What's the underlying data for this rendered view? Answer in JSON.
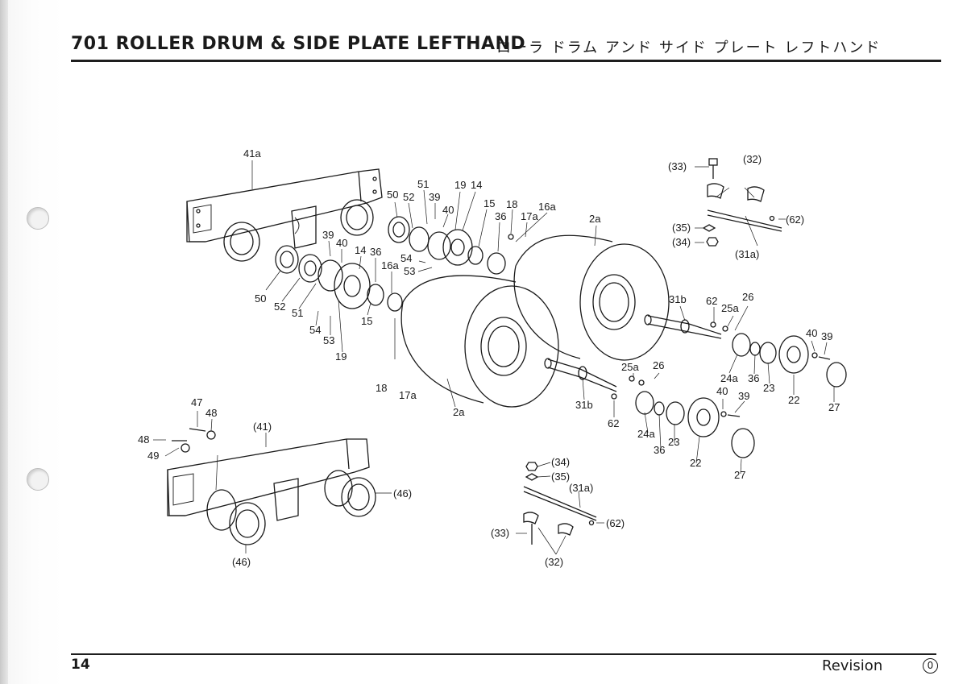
{
  "header": {
    "title_en": "701 ROLLER DRUM & SIDE PLATE LEFTHAND",
    "title_jp": "ローラ ドラム アンド サイド プレート レフトハンド"
  },
  "footer": {
    "page_number": "14",
    "revision_label": "Revision",
    "revision_number": "0"
  },
  "callouts": {
    "c41a": "41a",
    "c50a": "50",
    "c52a": "52",
    "c39a": "39",
    "c40a": "40",
    "c19a": "19",
    "c14a": "14",
    "c15a": "15",
    "c36a": "36",
    "c18a": "18",
    "c17a_a": "17a",
    "c16a_a": "16a",
    "c2a_a": "2a",
    "c54a": "54",
    "c53a": "53",
    "c16a_b": "16a",
    "c39b": "39",
    "c40b": "40",
    "c14b": "14",
    "c36b": "36",
    "c50b": "50",
    "c52b": "52",
    "c51b": "51",
    "c54b": "54",
    "c53b": "53",
    "c19b": "19",
    "c15b": "15",
    "c51a": "51",
    "c18b": "18",
    "c17a_b": "17a",
    "c2a_b": "2a",
    "c33a": "(33)",
    "c32a": "(32)",
    "c35a": "(35)",
    "c62a": "(62)",
    "c34a": "(34)",
    "c31a_a": "(31a)",
    "c31b_a": "31b",
    "c62b": "62",
    "c25a_a": "25a",
    "c26a": "26",
    "c40c": "40",
    "c39c": "39",
    "c24a_a": "24a",
    "c36c": "36",
    "c23a": "23",
    "c22a": "22",
    "c27a": "27",
    "c25a_b": "25a",
    "c26b": "26",
    "c31b_b": "31b",
    "c62c": "62",
    "c40d": "40",
    "c39d": "39",
    "c24a_b": "24a",
    "c23b": "23",
    "c36d": "36",
    "c22b": "22",
    "c27b": "27",
    "c47": "47",
    "c48a": "48",
    "c48b": "48",
    "c49": "49",
    "c41": "(41)",
    "c46a": "(46)",
    "c46b": "(46)",
    "c34b": "(34)",
    "c35b": "(35)",
    "c31a_b": "(31a)",
    "c62d": "(62)",
    "c33b": "(33)",
    "c32b": "(32)"
  }
}
